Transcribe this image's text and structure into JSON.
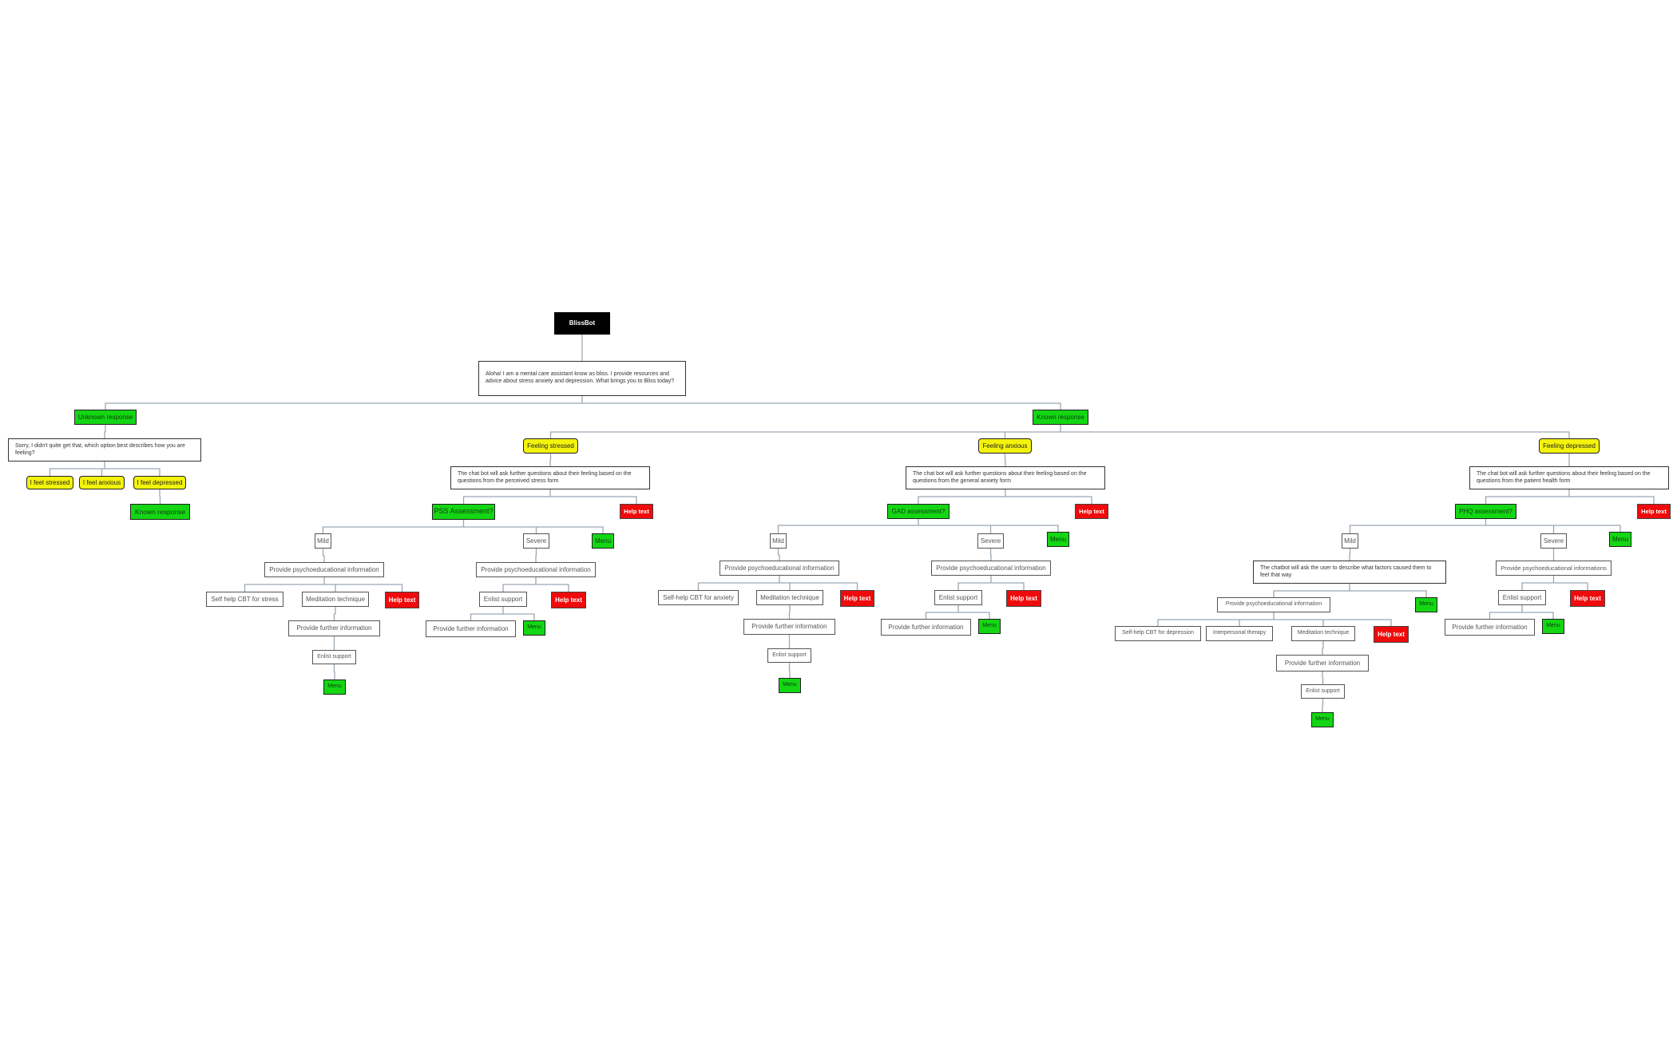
{
  "colors": {
    "root": "#000000",
    "green": "#14d614",
    "yellow": "#f3f30c",
    "red": "#ef0b0b",
    "connector": "#9aa7b3"
  },
  "nodes": {
    "root": "BlissBot",
    "intro": "Aloha! I am a mental care assistant know as bliss. I provide resources and advice about stress anxiety and depression. What brings you to Bliss today?",
    "unknown_response": "Unknown response",
    "unknown_sorry": "Sorry, I didn't quite get that, which option best describes how you are feeling?",
    "opt_stressed": "I feel stressed",
    "opt_anxious": "I feel anxious",
    "opt_depressed": "I feel depressed",
    "unknown_known": "Known response",
    "known_response": "Known response",
    "stress": {
      "label": "Feeling stressed",
      "desc": "The chat bot will ask further questions about their feeling based on the questions from the perceived stress form",
      "assessment": "PSS Assessment?",
      "help": "Help text",
      "mild": "Mild",
      "severe": "Severe",
      "menu_a": "Menu",
      "mild_psycho": "Provide psychoeducational information",
      "cbt": "Self help CBT for stress",
      "meditation": "Meditation technique",
      "mild_help": "Help text",
      "further": "Provide further information",
      "enlist": "Enlist support",
      "menu_b": "Menu",
      "sev_psycho": "Provide psychoeducational information",
      "sev_enlist": "Enlist support",
      "sev_help": "Help text",
      "sev_further": "Provide further information",
      "sev_menu": "Menu"
    },
    "anxiety": {
      "label": "Feeling anxious",
      "desc": "The chat bot will ask further questions about their feeling based on the questions from the general anxiety form",
      "assessment": "GAD assessment?",
      "help": "Help text",
      "mild": "Mild",
      "severe": "Severe",
      "menu_a": "Menu",
      "mild_psycho": "Provide psychoeducational information",
      "cbt": "Self-help CBT for anxiety",
      "meditation": "Meditation technique",
      "mild_help": "Help text",
      "further": "Provide further information",
      "enlist": "Enlist support",
      "menu_b": "Menu",
      "sev_psycho": "Provide psychoeducational information",
      "sev_enlist": "Enlist support",
      "sev_help": "Help text",
      "sev_further": "Provide further information",
      "sev_menu": "Menu"
    },
    "depression": {
      "label": "Feeling depressed",
      "desc": "The chat bot will ask further questions about their feeling based on the questions from the patient health form",
      "assessment": "PHQ assessment?",
      "help": "Help text",
      "mild": "Mild",
      "severe": "Severe",
      "menu_a": "Menu",
      "mild_factors": "The chatbot will ask the user to describe what factors caused them to feel that way",
      "mild_psycho": "Provide psychoeducational information",
      "mild_menu": "Menu",
      "cbt": "Self-help CBT for depression",
      "interpersonal": "Interpersonal therapy",
      "meditation": "Meditation technique",
      "mild_help": "Help text",
      "further": "Provide further information",
      "enlist": "Enlist support",
      "menu_b": "Menu",
      "sev_psycho": "Provide psychoeducational informations",
      "sev_enlist": "Enlist support",
      "sev_help": "Help text",
      "sev_further": "Provide further information",
      "sev_menu": "Menu"
    }
  }
}
